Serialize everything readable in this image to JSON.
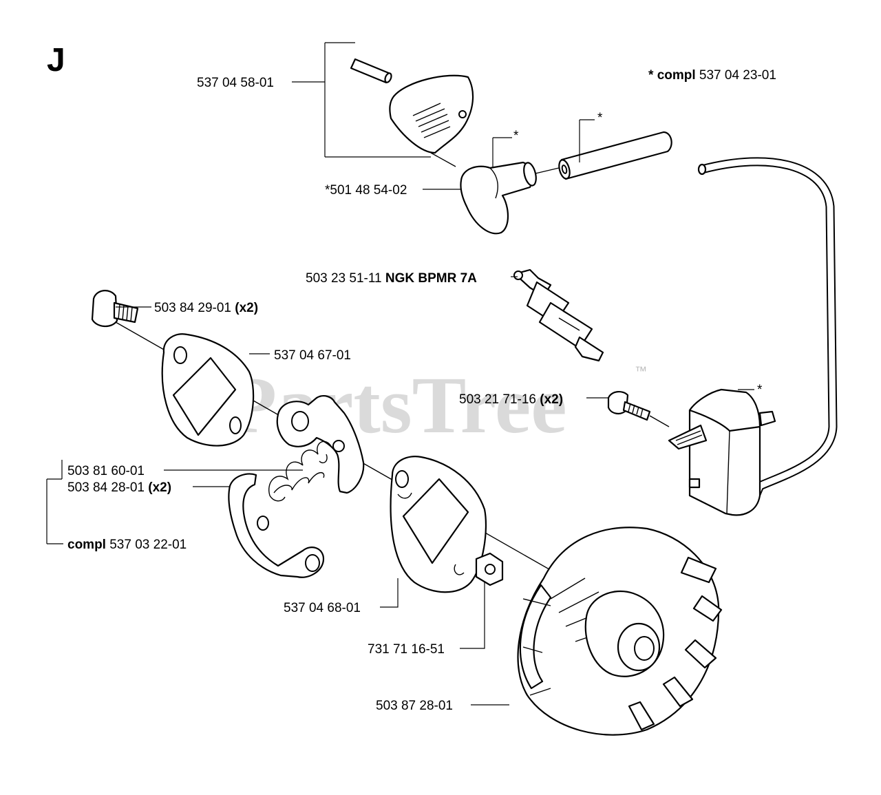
{
  "section": "J",
  "watermark": {
    "text": "PartsTree",
    "tm": "™"
  },
  "callouts": {
    "cover": "537 04 58-01",
    "compl_top_star": "* ",
    "compl_top_word": "compl",
    "compl_top_num": " 537 04 23-01",
    "boot": "*501 48 54-02",
    "star_boot": "*",
    "star_tube": "*",
    "star_module": "*",
    "spark_num": "503 23 51-11 ",
    "spark_name": "NGK BPMR 7A",
    "screw_num": "503 84 29-01 ",
    "screw_qty": "(x2)",
    "plate_top": "537 04 67-01",
    "module_screw_num": "503 21 71-16 ",
    "module_screw_qty": "(x2)",
    "spring": "503 81 60-01",
    "shoe_num": "503 84 28-01 ",
    "shoe_qty": "(x2)",
    "clutch_word": "compl",
    "clutch_num": " 537 03 22-01",
    "plate_bottom": "537 04 68-01",
    "washer": "731 71 16-51",
    "flywheel": "503 87 28-01"
  }
}
